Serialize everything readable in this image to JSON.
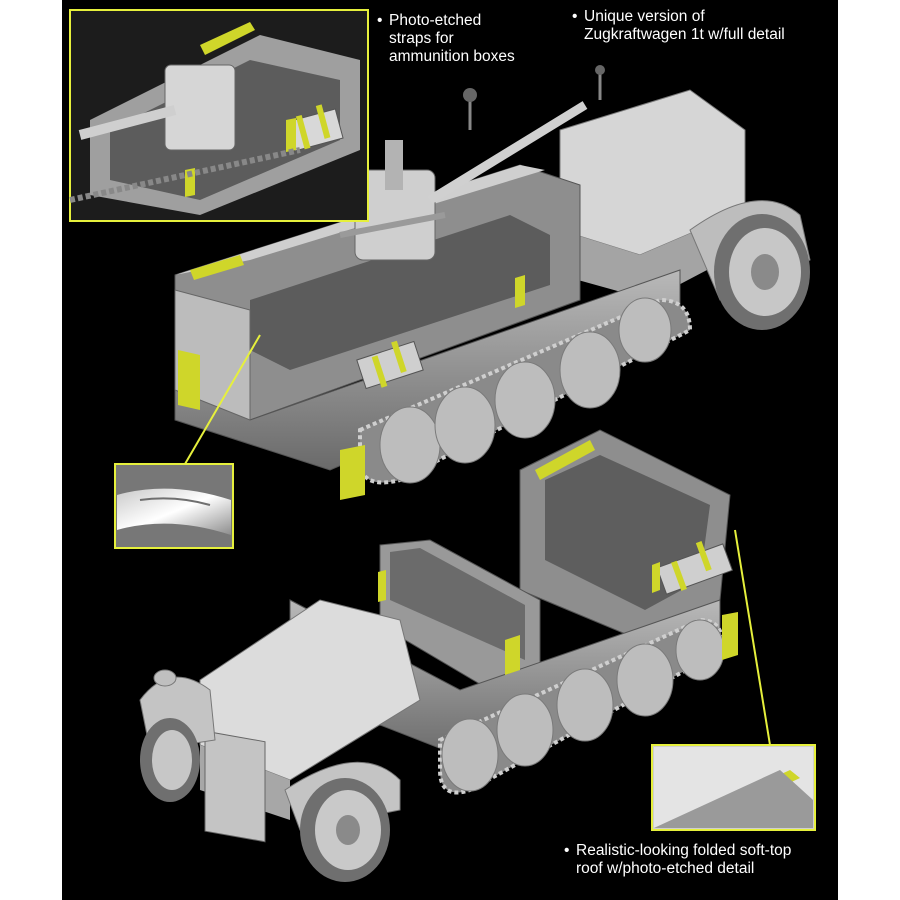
{
  "captions": {
    "straps": [
      "Photo-etched",
      "straps for",
      "ammunition boxes"
    ],
    "unique": [
      "Unique version of",
      "Zugkraftwagen 1t w/full detail"
    ],
    "softtop": [
      "Realistic-looking folded soft-top",
      "roof w/photo-etched detail"
    ]
  },
  "bullet": "•",
  "colors": {
    "background": "#000000",
    "callout": "#e6f03c",
    "vehicle_light": "#d4d4d4",
    "vehicle_mid": "#a9a9a9",
    "vehicle_dark": "#6e6e6e",
    "photo_etched": "#cfd62a"
  }
}
